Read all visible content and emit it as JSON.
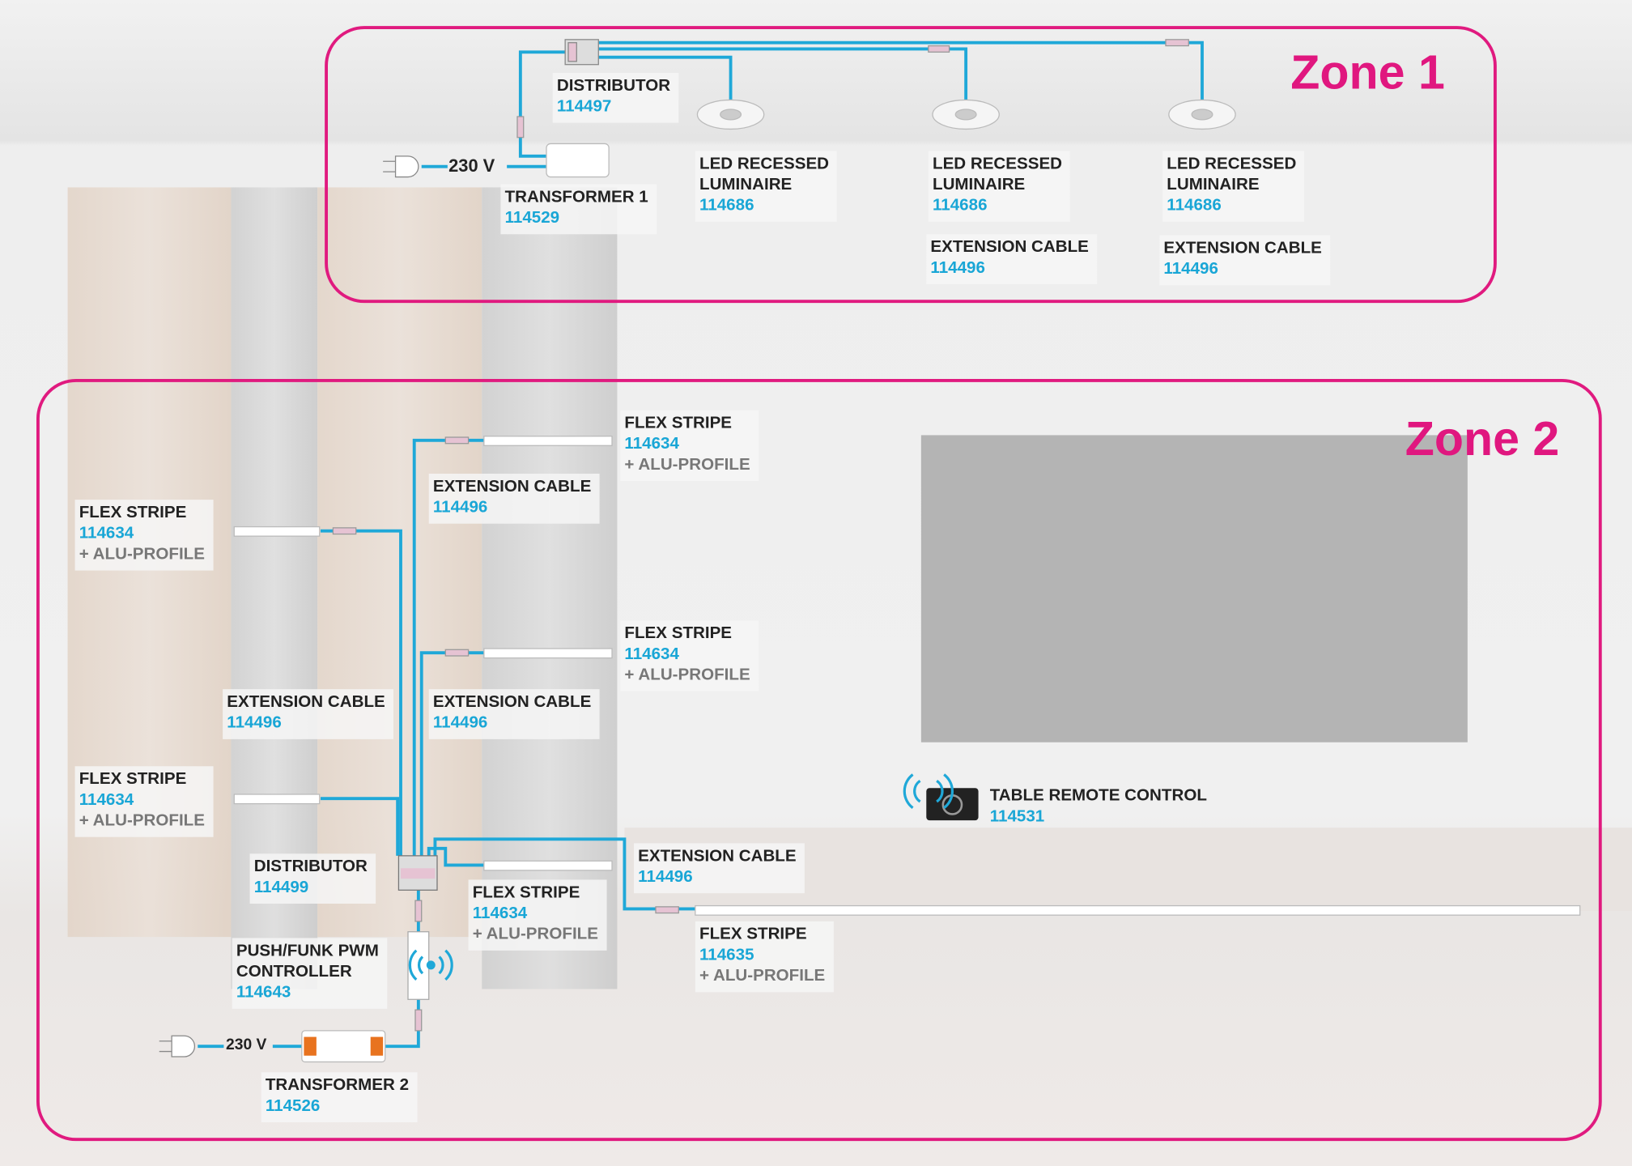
{
  "zones": [
    {
      "title": "Zone 1"
    },
    {
      "title": "Zone 2"
    }
  ],
  "zone1": {
    "voltage": "230 V",
    "distributor": {
      "name": "DISTRIBUTOR",
      "code": "114497"
    },
    "transformer": {
      "name": "TRANSFORMER 1",
      "code": "114529"
    },
    "luminaires": [
      {
        "name1": "LED RECESSED",
        "name2": "LUMINAIRE",
        "code": "114686"
      },
      {
        "name1": "LED RECESSED",
        "name2": "LUMINAIRE",
        "code": "114686"
      },
      {
        "name1": "LED RECESSED",
        "name2": "LUMINAIRE",
        "code": "114686"
      }
    ],
    "extension_cables": [
      {
        "name": "EXTENSION CABLE",
        "code": "114496"
      },
      {
        "name": "EXTENSION CABLE",
        "code": "114496"
      }
    ]
  },
  "zone2": {
    "voltage": "230 V",
    "flex_stripes": [
      {
        "name": "FLEX STRIPE",
        "code": "114634",
        "extra": "+  ALU-PROFILE"
      },
      {
        "name": "FLEX STRIPE",
        "code": "114634",
        "extra": "+  ALU-PROFILE"
      },
      {
        "name": "FLEX STRIPE",
        "code": "114634",
        "extra": "+  ALU-PROFILE"
      },
      {
        "name": "FLEX STRIPE",
        "code": "114634",
        "extra": "+  ALU-PROFILE"
      },
      {
        "name": "FLEX STRIPE",
        "code": "114634",
        "extra": "+  ALU-PROFILE"
      },
      {
        "name": "FLEX STRIPE",
        "code": "114635",
        "extra": "+  ALU-PROFILE"
      }
    ],
    "extension_cables": [
      {
        "name": "EXTENSION CABLE",
        "code": "114496"
      },
      {
        "name": "EXTENSION CABLE",
        "code": "114496"
      },
      {
        "name": "EXTENSION CABLE",
        "code": "114496"
      },
      {
        "name": "EXTENSION CABLE",
        "code": "114496"
      }
    ],
    "remote": {
      "name": "TABLE REMOTE CONTROL",
      "code": "114531"
    },
    "distributor": {
      "name": "DISTRIBUTOR",
      "code": "114499"
    },
    "controller": {
      "name1": "PUSH/FUNK PWM",
      "name2": "CONTROLLER",
      "code": "114643"
    },
    "transformer": {
      "name": "TRANSFORMER 2",
      "code": "114526"
    }
  },
  "colors": {
    "zone": "#e01a7f",
    "cable": "#1fa8d8",
    "code": "#19a6d6"
  }
}
